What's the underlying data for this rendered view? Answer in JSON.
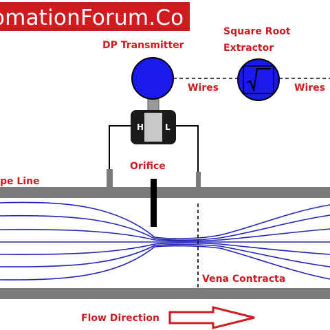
{
  "brand": {
    "text": "omationForum.Co",
    "color": "#d11a1f"
  },
  "labels": {
    "dp_transmitter": "DP Transmitter",
    "square_root_line1": "Square Root",
    "square_root_line2": "Extractor",
    "wires_left": "Wires",
    "wires_right": "Wires",
    "orifice": "Orifice",
    "pipe_line": "pe Line",
    "vena_contracta": "Vena Contracta",
    "flow_direction": "Flow Direction",
    "high_port": "H",
    "low_port": "L",
    "sqrt_symbol": "√"
  },
  "colors": {
    "accent": "#d11a1f",
    "instrument": "#1a1aee",
    "streamline": "#2222bb",
    "pipe": "#7a7a7a"
  }
}
